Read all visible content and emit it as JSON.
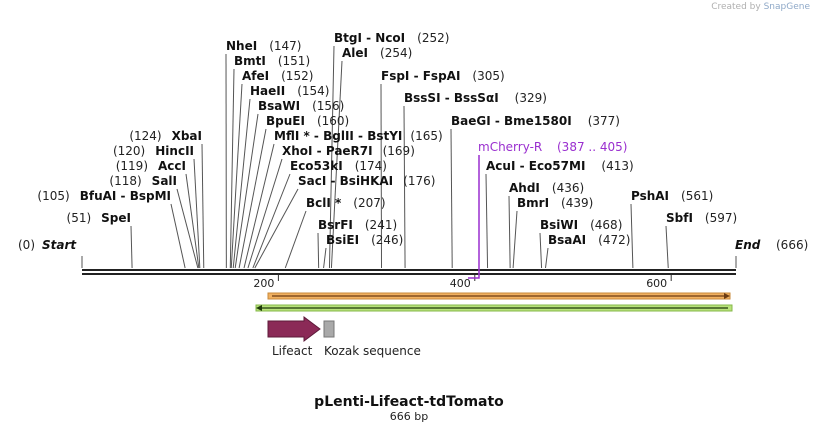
{
  "credit": {
    "prefix": "Created by",
    "brand": "SnapGene"
  },
  "map": {
    "title": "pLenti-Lifeact-tdTomato",
    "length_label": "666 bp",
    "length": 666,
    "start_label": "Start",
    "start_pos": "(0)",
    "end_label": "End",
    "end_pos": "(666)",
    "ticks": [
      200,
      400,
      600
    ]
  },
  "sites": [
    {
      "id": "spei",
      "name": "SpeI",
      "pos": "(51)",
      "bp": 51
    },
    {
      "id": "bfuai",
      "name": "BfuAI - BspMI",
      "pos": "(105)",
      "bp": 105
    },
    {
      "id": "sali",
      "name": "SalI",
      "pos": "(118)",
      "bp": 118
    },
    {
      "id": "acci",
      "name": "AccI",
      "pos": "(119)",
      "bp": 119
    },
    {
      "id": "hincii",
      "name": "HincII",
      "pos": "(120)",
      "bp": 120
    },
    {
      "id": "xbai",
      "name": "XbaI",
      "pos": "(124)",
      "bp": 124
    },
    {
      "id": "nhei",
      "name": "NheI",
      "pos": "(147)",
      "bp": 147
    },
    {
      "id": "bmti",
      "name": "BmtI",
      "pos": "(151)",
      "bp": 151
    },
    {
      "id": "afei",
      "name": "AfeI",
      "pos": "(152)",
      "bp": 152
    },
    {
      "id": "haeii",
      "name": "HaeII",
      "pos": "(154)",
      "bp": 154
    },
    {
      "id": "bsawi",
      "name": "BsaWI",
      "pos": "(156)",
      "bp": 156
    },
    {
      "id": "bpuei",
      "name": "BpuEI",
      "pos": "(160)",
      "bp": 160
    },
    {
      "id": "mfli",
      "name": "MflI * - BglII - BstYI",
      "pos": "(165)",
      "bp": 165
    },
    {
      "id": "xhoi",
      "name": "XhoI - PaeR7I",
      "pos": "(169)",
      "bp": 169
    },
    {
      "id": "eco53ki",
      "name": "Eco53kI",
      "pos": "(174)",
      "bp": 174
    },
    {
      "id": "saci",
      "name": "SacI - BsiHKAI",
      "pos": "(176)",
      "bp": 176
    },
    {
      "id": "bcli",
      "name": "BclI *",
      "pos": "(207)",
      "bp": 207
    },
    {
      "id": "bsrfi",
      "name": "BsrFI",
      "pos": "(241)",
      "bp": 241
    },
    {
      "id": "bsiei",
      "name": "BsiEI",
      "pos": "(246)",
      "bp": 246
    },
    {
      "id": "btgi",
      "name": "BtgI - NcoI",
      "pos": "(252)",
      "bp": 252
    },
    {
      "id": "alei",
      "name": "AleI",
      "pos": "(254)",
      "bp": 254
    },
    {
      "id": "fspi",
      "name": "FspI - FspAI",
      "pos": "(305)",
      "bp": 305
    },
    {
      "id": "bsssi",
      "name": "BssSI - BssSαI",
      "pos": "(329)",
      "bp": 329
    },
    {
      "id": "baegi",
      "name": "BaeGI - Bme1580I",
      "pos": "(377)",
      "bp": 377
    },
    {
      "id": "acui",
      "name": "AcuI - Eco57MI",
      "pos": "(413)",
      "bp": 413
    },
    {
      "id": "ahdi",
      "name": "AhdI",
      "pos": "(436)",
      "bp": 436
    },
    {
      "id": "bmri",
      "name": "BmrI",
      "pos": "(439)",
      "bp": 439
    },
    {
      "id": "bsiwi",
      "name": "BsiWI",
      "pos": "(468)",
      "bp": 468
    },
    {
      "id": "bsaai",
      "name": "BsaAI",
      "pos": "(472)",
      "bp": 472
    },
    {
      "id": "pshai",
      "name": "PshAI",
      "pos": "(561)",
      "bp": 561
    },
    {
      "id": "sbfi",
      "name": "SbfI",
      "pos": "(597)",
      "bp": 597
    }
  ],
  "primer": {
    "name": "mCherry-R",
    "range": "(387 .. 405)",
    "color": "#9a2fcf"
  },
  "features": [
    {
      "name": "Lifeact",
      "color": "#8b2a57"
    },
    {
      "name": "Kozak sequence",
      "color": "#a9a9a9"
    }
  ],
  "bars": [
    {
      "name": "orange-range-bar",
      "color": "#f0b060"
    },
    {
      "name": "green-range-bar",
      "color": "#b8e27a"
    }
  ]
}
